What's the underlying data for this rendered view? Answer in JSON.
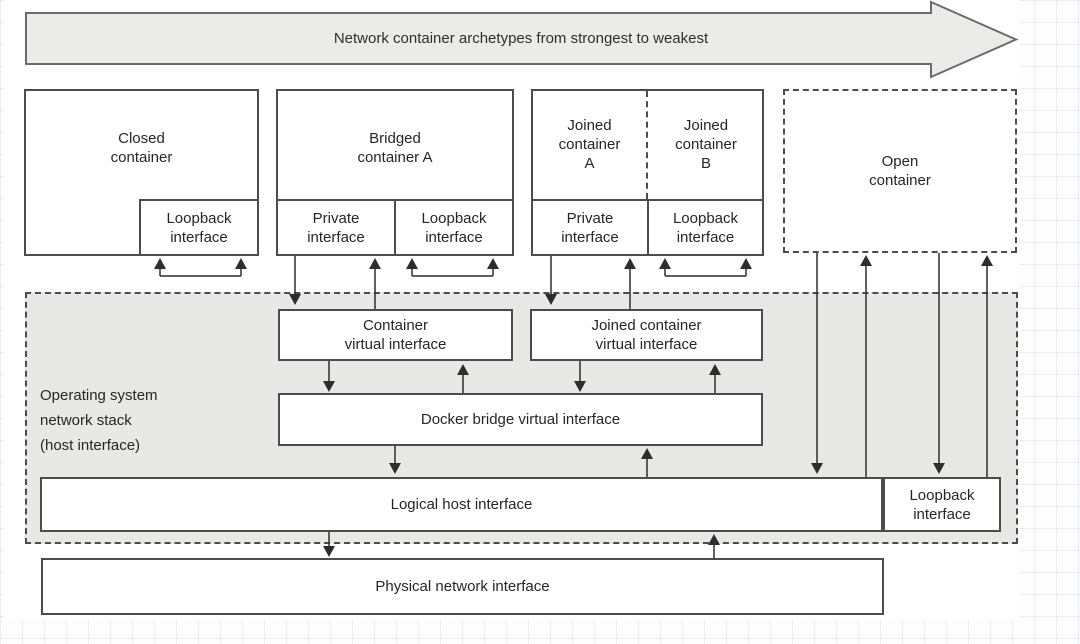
{
  "banner": {
    "label": "Network container archetypes from strongest to weakest"
  },
  "containers": {
    "closed": {
      "title": "Closed\ncontainer",
      "loopback": "Loopback\ninterface"
    },
    "bridged": {
      "title": "Bridged\ncontainer A",
      "private": "Private\ninterface",
      "loopback": "Loopback\ninterface"
    },
    "joined": {
      "title_a": "Joined\ncontainer\nA",
      "title_b": "Joined\ncontainer\nB",
      "private": "Private\ninterface",
      "loopback": "Loopback\ninterface"
    },
    "open": {
      "title": "Open\ncontainer"
    }
  },
  "os_stack": {
    "label": "Operating system\nnetwork stack\n(host interface)",
    "container_virtual_interface": "Container\nvirtual interface",
    "joined_container_virtual_interface": "Joined container\nvirtual interface",
    "docker_bridge_virtual_interface": "Docker bridge virtual interface",
    "logical_host_interface": "Logical host interface",
    "loopback_interface": "Loopback\ninterface"
  },
  "physical": {
    "label": "Physical network interface"
  },
  "colors": {
    "box_border": "#4c4c4c",
    "stack_fill": "#e8e8e6",
    "banner_fill": "#ebebe9",
    "line": "#2d2d2d",
    "grid": "#bcc3e1"
  }
}
